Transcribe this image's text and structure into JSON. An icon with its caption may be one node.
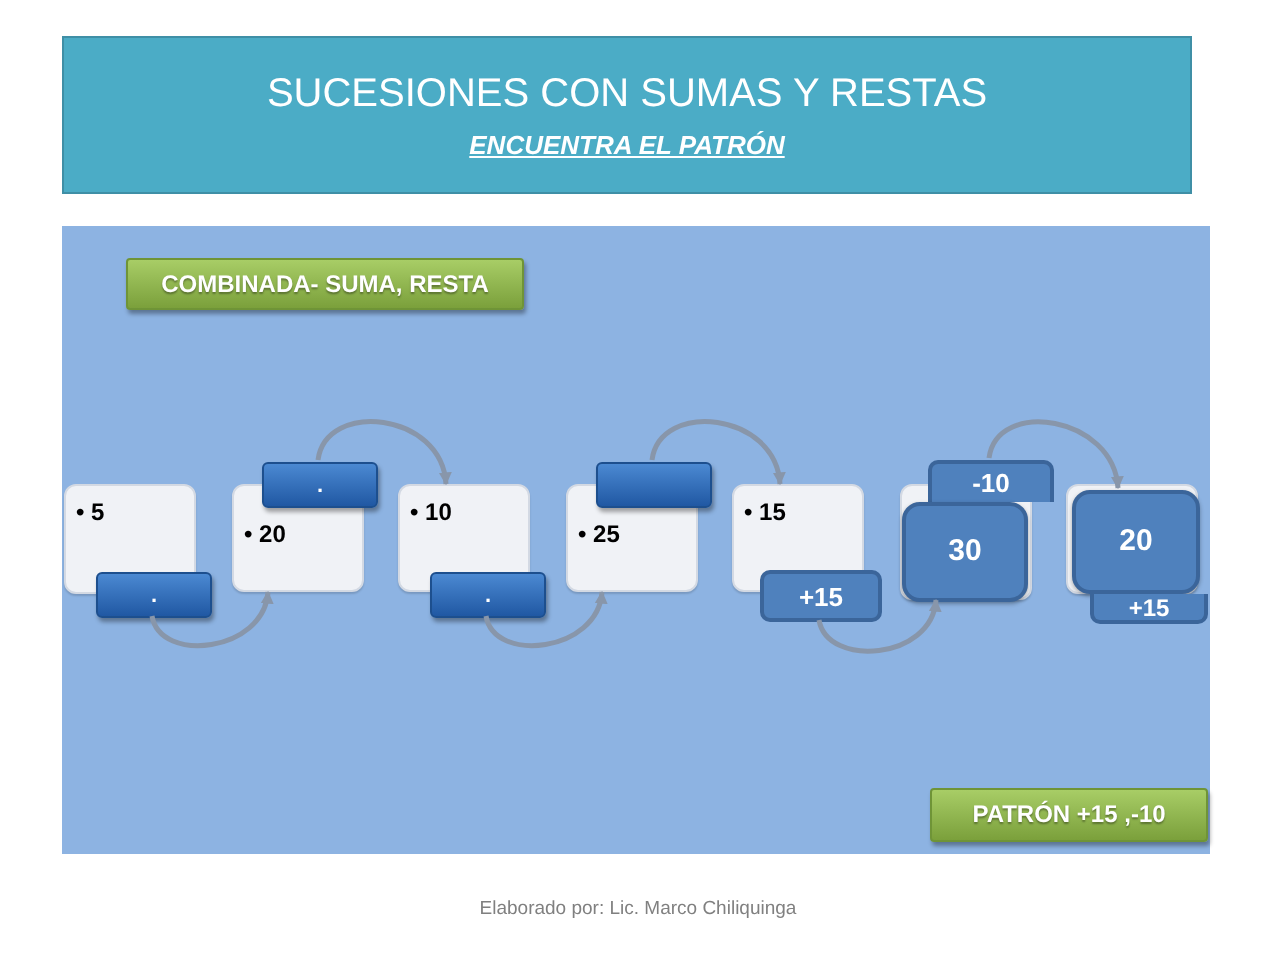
{
  "diagram": {
    "nodes": [
      {
        "text": [
          "SUCESIONES CON SUMAS Y RESTAS",
          "ENCUENTRA EL PATRÓN"
        ]
      },
      {
        "text": [],
        "shape": "box"
      },
      {
        "text": [
          "COMBINADA- SUMA, RESTA"
        ],
        "in": 1
      },
      {
        "text": [
          "• 5"
        ],
        "in": 1
      },
      {
        "text": [
          "."
        ],
        "in": 1
      },
      {
        "text": [
          "• 20"
        ],
        "in": 1
      },
      {
        "text": [
          "."
        ],
        "in": 1
      },
      {
        "text": [
          "• 10"
        ],
        "in": 1
      },
      {
        "text": [
          "."
        ],
        "in": 1
      },
      {
        "text": [
          "• 25"
        ],
        "in": 1
      },
      {
        "text": [],
        "shape": "box",
        "in": 1
      },
      {
        "text": [
          "• 15"
        ],
        "in": 1
      },
      {
        "text": [
          "+15"
        ],
        "in": 1
      },
      {
        "text": [],
        "shape": "box",
        "in": 1
      },
      {
        "text": [
          "-10"
        ],
        "in": 1
      },
      {
        "text": [
          "30"
        ],
        "in": 13
      },
      {
        "text": [],
        "shape": "box",
        "in": 1
      },
      {
        "text": [
          "20"
        ],
        "in": 16
      },
      {
        "text": [
          "+15"
        ],
        "in": 1
      },
      {
        "text": [
          "PATRÓN +15 ,-10"
        ],
        "in": 1
      }
    ],
    "edges": [
      {
        "from": 4,
        "to": 5,
        "arrow": "to"
      },
      {
        "from": 6,
        "to": 7,
        "arrow": "to"
      },
      {
        "from": 8,
        "to": 9,
        "arrow": "to"
      },
      {
        "from": 10,
        "to": 11,
        "arrow": "to"
      },
      {
        "from": 12,
        "to": 15,
        "arrow": "to"
      },
      {
        "from": 14,
        "to": 17,
        "arrow": "to"
      }
    ],
    "labels": [
      "Elaborado por: Lic. Marco Chiliquinga"
    ]
  }
}
